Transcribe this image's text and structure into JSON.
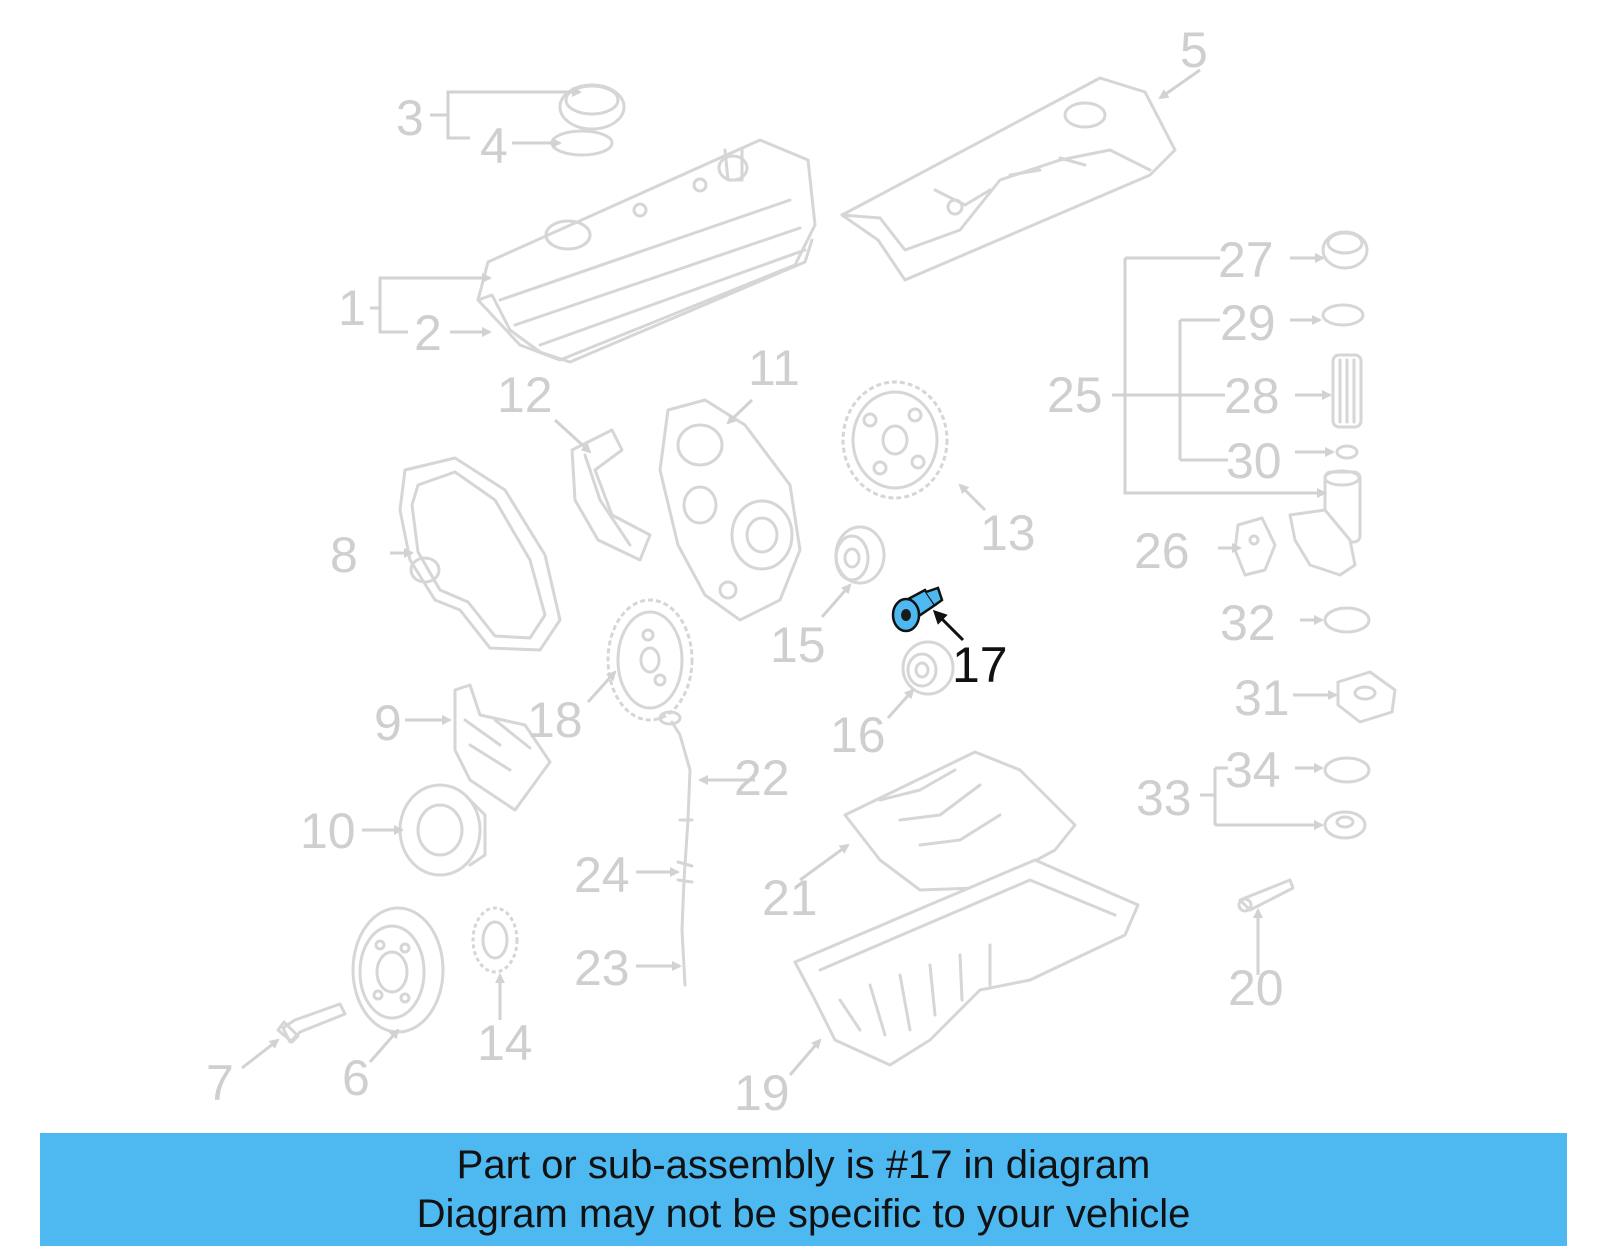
{
  "diagram": {
    "highlight_color": "#4eb8f1",
    "callouts": [
      {
        "id": "c1",
        "text": "1"
      },
      {
        "id": "c2",
        "text": "2"
      },
      {
        "id": "c3",
        "text": "3"
      },
      {
        "id": "c4",
        "text": "4"
      },
      {
        "id": "c5",
        "text": "5"
      },
      {
        "id": "c6",
        "text": "6"
      },
      {
        "id": "c7",
        "text": "7"
      },
      {
        "id": "c8",
        "text": "8"
      },
      {
        "id": "c9",
        "text": "9"
      },
      {
        "id": "c10",
        "text": "10"
      },
      {
        "id": "c11",
        "text": "11"
      },
      {
        "id": "c12",
        "text": "12"
      },
      {
        "id": "c13",
        "text": "13"
      },
      {
        "id": "c14",
        "text": "14"
      },
      {
        "id": "c15",
        "text": "15"
      },
      {
        "id": "c16",
        "text": "16"
      },
      {
        "id": "c17",
        "text": "17",
        "highlighted": true
      },
      {
        "id": "c18",
        "text": "18"
      },
      {
        "id": "c19",
        "text": "19"
      },
      {
        "id": "c20",
        "text": "20"
      },
      {
        "id": "c21",
        "text": "21"
      },
      {
        "id": "c22",
        "text": "22"
      },
      {
        "id": "c23",
        "text": "23"
      },
      {
        "id": "c24",
        "text": "24"
      },
      {
        "id": "c25",
        "text": "25"
      },
      {
        "id": "c26",
        "text": "26"
      },
      {
        "id": "c27",
        "text": "27"
      },
      {
        "id": "c28",
        "text": "28"
      },
      {
        "id": "c29",
        "text": "29"
      },
      {
        "id": "c30",
        "text": "30"
      },
      {
        "id": "c31",
        "text": "31"
      },
      {
        "id": "c32",
        "text": "32"
      },
      {
        "id": "c33",
        "text": "33"
      },
      {
        "id": "c34",
        "text": "34"
      }
    ]
  },
  "banner": {
    "line1": "Part or sub-assembly is #17 in diagram",
    "line2": "Diagram may not be specific to your vehicle",
    "background": "#4eb8f1"
  }
}
